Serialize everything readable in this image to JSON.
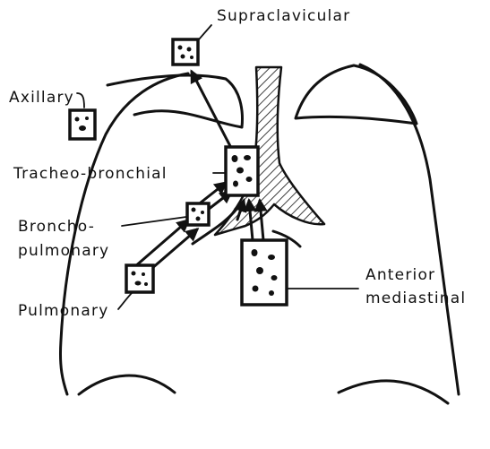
{
  "labels": {
    "supraclavicular": "Supraclavicular",
    "axillary": "Axillary",
    "tracheo_bronchial": "Tracheo-bronchial",
    "broncho_line1": "Broncho-",
    "broncho_line2": "pulmonary",
    "pulmonary": "Pulmonary",
    "anterior_line1": "Anterior",
    "anterior_line2": "mediastinal"
  }
}
